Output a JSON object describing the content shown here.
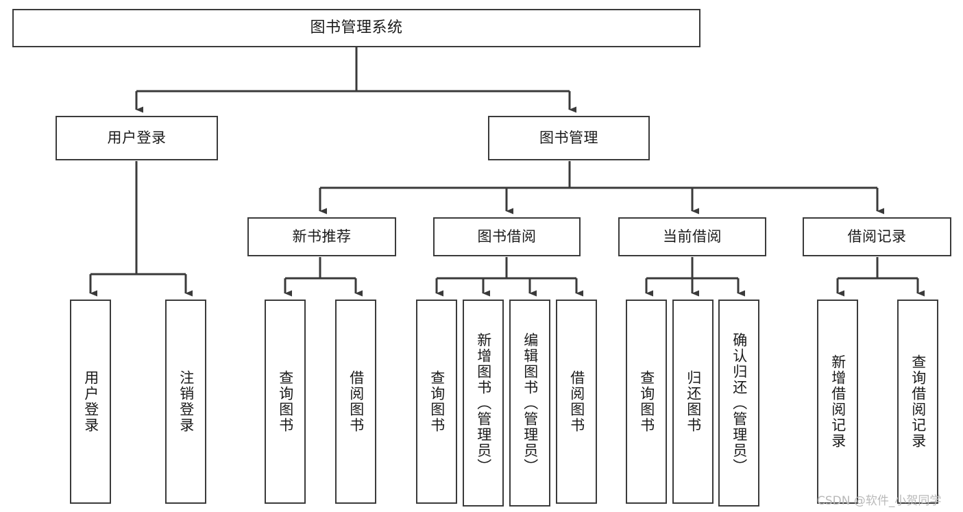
{
  "diagram": {
    "title": "图书管理系统",
    "type": "tree-hierarchy",
    "root": {
      "label": "图书管理系统"
    },
    "level2": [
      {
        "label": "用户登录"
      },
      {
        "label": "图书管理"
      }
    ],
    "level3": [
      {
        "label": "新书推荐"
      },
      {
        "label": "图书借阅"
      },
      {
        "label": "当前借阅"
      },
      {
        "label": "借阅记录"
      }
    ],
    "leaves": {
      "user_login": [
        {
          "label": "用户登录"
        },
        {
          "label": "注销登录"
        }
      ],
      "new_book_recommend": [
        {
          "label": "查询图书"
        },
        {
          "label": "借阅图书"
        }
      ],
      "book_borrow": [
        {
          "label": "查询图书"
        },
        {
          "label": "新增图书（管理员）"
        },
        {
          "label": "编辑图书（管理员）"
        },
        {
          "label": "借阅图书"
        }
      ],
      "current_borrow": [
        {
          "label": "查询图书"
        },
        {
          "label": "归还图书"
        },
        {
          "label": "确认归还（管理员）"
        }
      ],
      "borrow_records": [
        {
          "label": "新增借阅记录"
        },
        {
          "label": "查询借阅记录"
        }
      ]
    },
    "colors": {
      "stroke": "#3a3a3a",
      "fill": "#ffffff",
      "text": "#1a1a1a",
      "watermark": "#b9b9b9"
    }
  },
  "watermark": {
    "text": "CSDN @软件_小贺同学"
  }
}
